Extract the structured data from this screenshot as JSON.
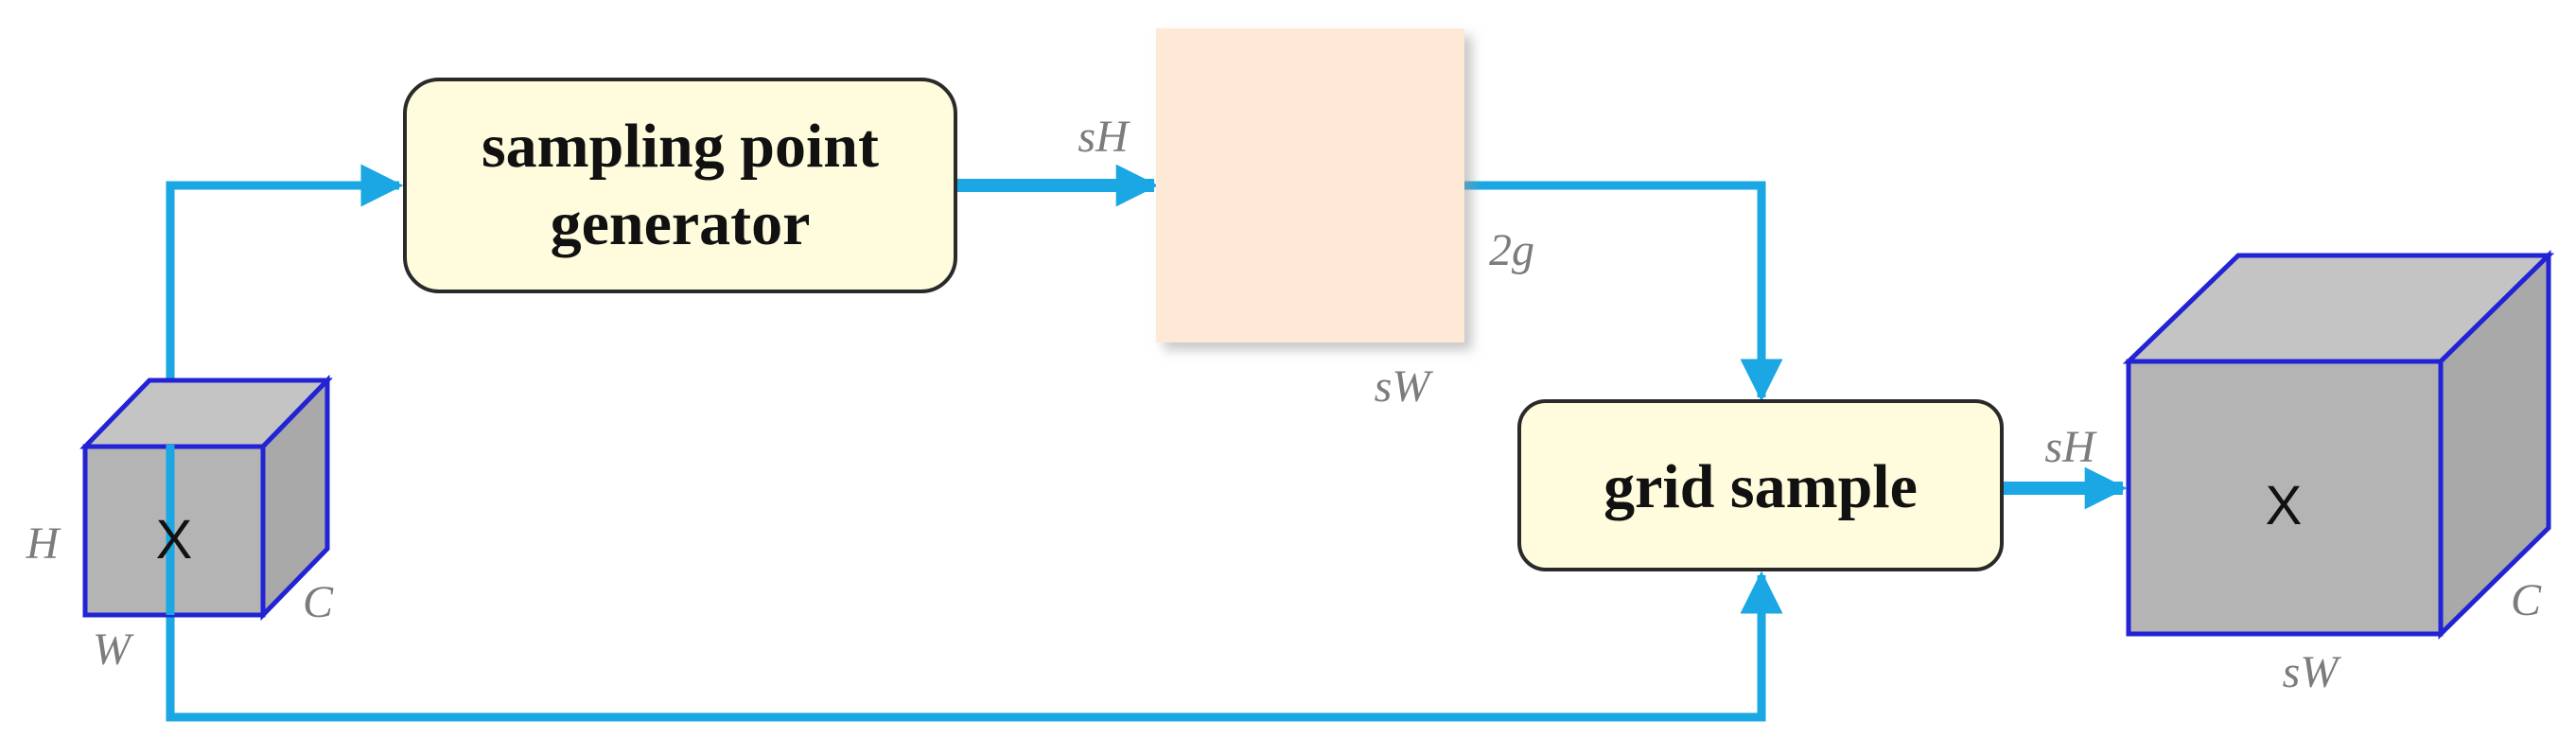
{
  "nodes": {
    "sampling_point_generator": {
      "line1": "sampling point",
      "line2": "generator"
    },
    "grid_sample": {
      "label": "grid sample"
    },
    "input_tensor": {
      "label": "X",
      "height_label": "H",
      "width_label": "W",
      "channel_label": "C"
    },
    "sampling_map": {
      "height_label": "sH",
      "width_label": "sW",
      "channel_label": "2g"
    },
    "output_tensor": {
      "label": "X",
      "height_label": "sH",
      "width_label": "sW",
      "channel_label": "C"
    }
  },
  "colors": {
    "arrow": "#1aa7e3",
    "box_fill": "#fefcdc",
    "box_stroke": "#2a2a2a",
    "cube_fill": "#b4b4b4",
    "cube_edge": "#2323d6",
    "map_fill": "#fde9d6",
    "dim_text": "#7c7c7c"
  }
}
